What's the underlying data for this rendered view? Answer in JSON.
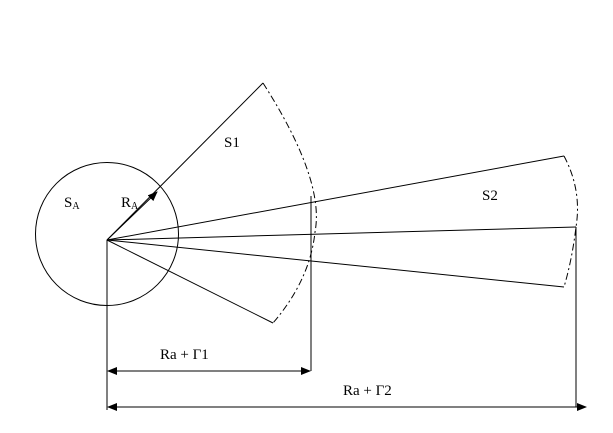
{
  "labels": {
    "s_a_main": "S",
    "s_a_sub": "A",
    "r_a_main": "R",
    "r_a_sub": "A",
    "sector_1": "S1",
    "sector_2": "S2",
    "dimension_1": "Ra + Г1",
    "dimension_2": "Ra + Г2"
  },
  "colors": {
    "stroke": "#000000",
    "background": "#ffffff"
  }
}
